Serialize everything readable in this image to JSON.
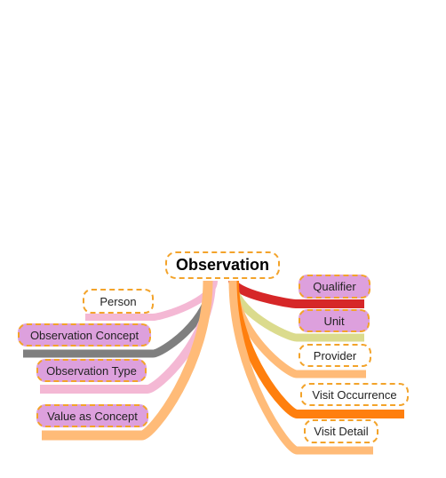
{
  "root": {
    "label": "Observation"
  },
  "left_nodes": [
    {
      "label": "Person",
      "filled": false,
      "link_color": "#f4b8d4"
    },
    {
      "label": "Observation Concept",
      "filled": true,
      "link_color": "#7f7f7f"
    },
    {
      "label": "Observation Type",
      "filled": true,
      "link_color": "#f4b8d4"
    },
    {
      "label": "Value as Concept",
      "filled": true,
      "link_color": "#ffbb78"
    }
  ],
  "right_nodes": [
    {
      "label": "Qualifier",
      "filled": true,
      "link_color": "#d62728"
    },
    {
      "label": "Unit",
      "filled": true,
      "link_color": "#dbdb8d"
    },
    {
      "label": "Provider",
      "filled": false,
      "link_color": "#ffbb78"
    },
    {
      "label": "Visit Occurrence",
      "filled": false,
      "link_color": "#ff7f0e"
    },
    {
      "label": "Visit Detail",
      "filled": false,
      "link_color": "#ffbb78"
    }
  ],
  "colors": {
    "node_border": "#f3a32a",
    "node_fill": "#dda0dd"
  }
}
